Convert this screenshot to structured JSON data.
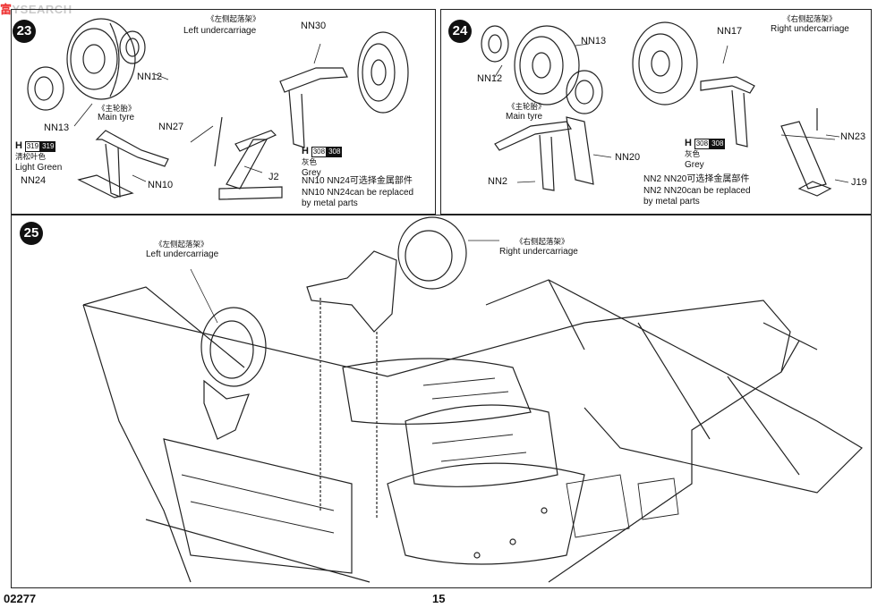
{
  "watermark": {
    "brand_cn": "富",
    "brand_rest": "YSEARCH"
  },
  "step23": {
    "number": "23",
    "cn_title": "《左侧起落架》",
    "title": "Left undercarriage",
    "cn_main_tyre": "《主轮胎》",
    "main_tyre": "Main tyre",
    "parts": [
      "NN30",
      "NN12",
      "NN13",
      "NN27",
      "NN10",
      "NN24",
      "J2"
    ],
    "paint1": {
      "h": "H",
      "code1": "319",
      "code2": "319",
      "cn": "淸松叶色",
      "name": "Light Green"
    },
    "paint2": {
      "h": "H",
      "code1": "308",
      "code2": "308",
      "cn": "灰色",
      "name": "Grey"
    },
    "note_cn": "NN10 NN24可选择金属部件",
    "note_1": "NN10 NN24can be replaced",
    "note_2": "by metal parts"
  },
  "step24": {
    "number": "24",
    "cn_title": "《右侧起落架》",
    "title": "Right undercarriage",
    "cn_main_tyre": "《主轮胎》",
    "main_tyre": "Main tyre",
    "parts": [
      "NN13",
      "NN12",
      "NN17",
      "NN23",
      "NN20",
      "NN2",
      "J19"
    ],
    "paint": {
      "h": "H",
      "code1": "308",
      "code2": "308",
      "cn": "灰色",
      "name": "Grey"
    },
    "note_cn": "NN2 NN20可选择金属部件",
    "note_1": "NN2 NN20can be replaced",
    "note_2": "by metal parts"
  },
  "step25": {
    "number": "25",
    "left_cn": "《左侧起落架》",
    "left": "Left undercarriage",
    "right_cn": "《右侧起落架》",
    "right": "Right undercarriage"
  },
  "footer": {
    "code": "02277",
    "page": "15"
  }
}
